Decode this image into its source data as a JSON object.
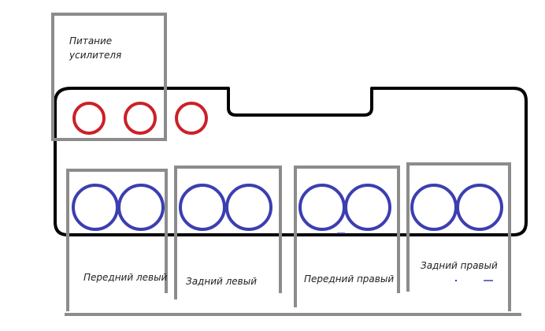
{
  "colors": {
    "board_outline": "#000000",
    "box_outline": "#8c8c8c",
    "power_terminal": "#cc2027",
    "speaker_terminal": "#3b3fb0"
  },
  "labels": {
    "power": "Питание усилителя",
    "front_left": "Передний левый",
    "rear_left": "Задний левый",
    "front_right": "Передний правый",
    "rear_right": "Задний правый"
  }
}
